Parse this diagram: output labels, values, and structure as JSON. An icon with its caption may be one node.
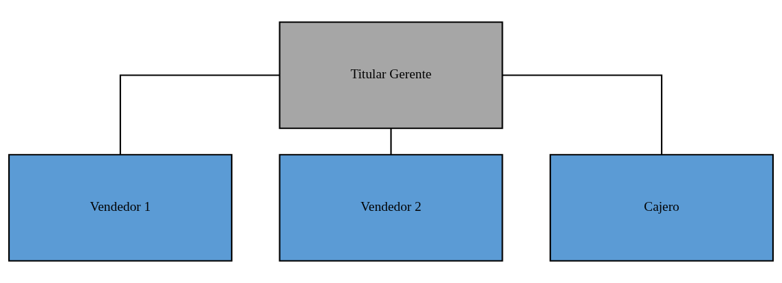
{
  "diagram": {
    "nodes": [
      {
        "text": [
          "Titular Gerente"
        ]
      },
      {
        "text": [
          "Vendedor 1"
        ]
      },
      {
        "text": [
          "Vendedor 2"
        ]
      },
      {
        "text": [
          "Cajero"
        ]
      }
    ],
    "edges": [
      {
        "from": 0,
        "to": 1,
        "arrow": "none"
      },
      {
        "from": 0,
        "to": 2,
        "arrow": "none"
      },
      {
        "from": 0,
        "to": 3,
        "arrow": "none"
      }
    ]
  }
}
